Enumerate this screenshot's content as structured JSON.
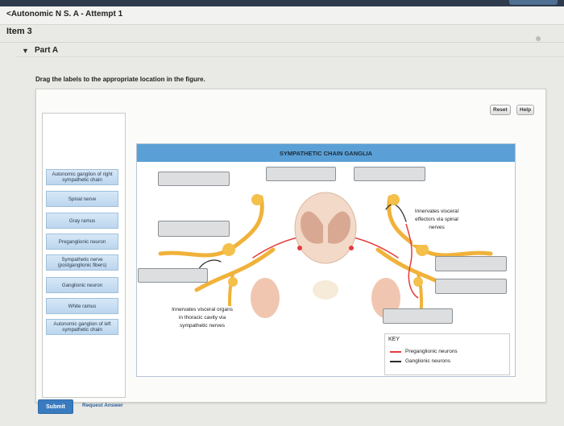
{
  "header": {
    "back_label": "<Autonomic N S. A - Attempt 1",
    "item_label": "Item 3"
  },
  "part": {
    "label": "Part A",
    "instruction": "Drag the labels to the appropriate location in the figure."
  },
  "toolbar": {
    "reset_label": "Reset",
    "help_label": "Help"
  },
  "label_bank": [
    "Autonomic ganglion of right sympathetic chain",
    "Spinal nerve",
    "Gray ramus",
    "Preganglionic neuron",
    "Sympathetic nerve (postganglionic fibers)",
    "Ganglionic neuron",
    "White ramus",
    "Autonomic ganglion of left sympathetic chain"
  ],
  "figure": {
    "title": "SYMPATHETIC CHAIN GANGLIA",
    "text_left": "Innervates visceral organs in thoracic cavity via sympathetic nerves",
    "text_right": "Innervates visceral effectors via spinal nerves",
    "key": {
      "title": "KEY",
      "preganglionic": "Preganglionic neurons",
      "ganglionic": "Ganglionic neurons"
    }
  },
  "colors": {
    "preganglionic": "#e53c3c",
    "ganglionic": "#2a2a2a",
    "nerve": "#f0b23a",
    "title_bar": "#5aa0d6"
  },
  "footer": {
    "submit_label": "Submit",
    "request_label": "Request Answer"
  }
}
